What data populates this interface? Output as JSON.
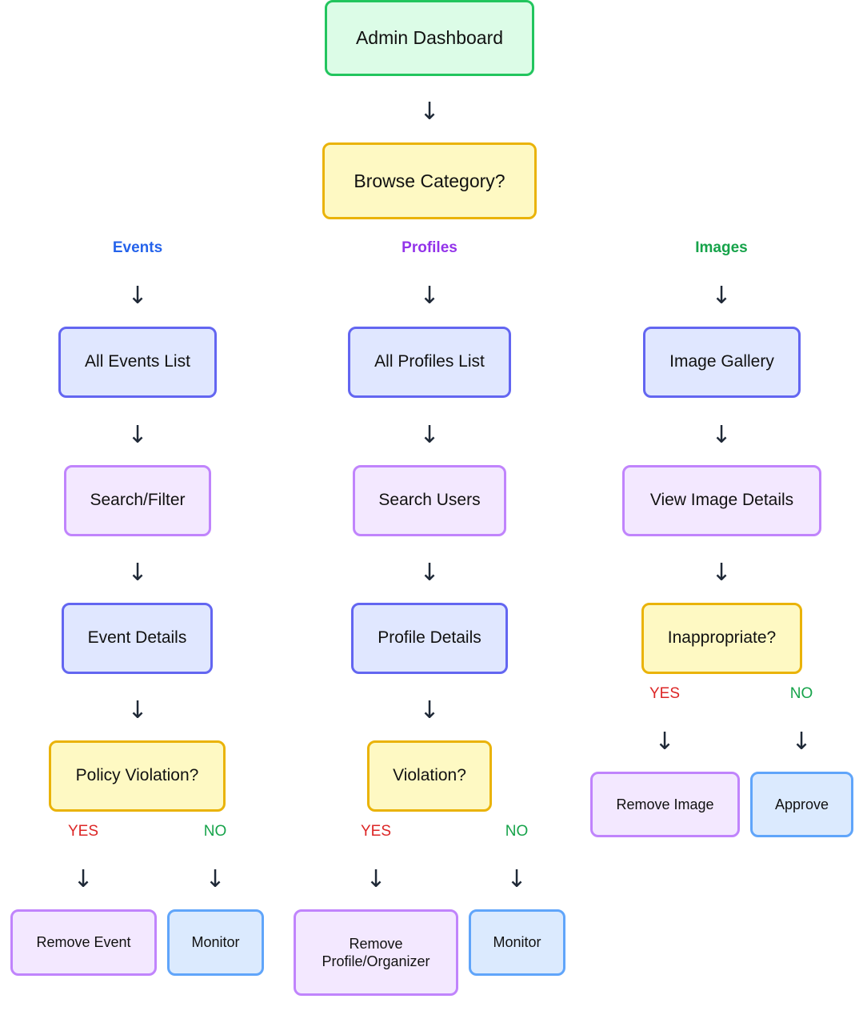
{
  "start": "Admin Dashboard",
  "category_decision": "Browse Category?",
  "branches": {
    "events": "Events",
    "profiles": "Profiles",
    "images": "Images"
  },
  "events": {
    "list": "All Events List",
    "search": "Search/Filter",
    "details": "Event Details",
    "decision": "Policy Violation?",
    "yes": "YES",
    "no": "NO",
    "yes_action": "Remove Event",
    "no_action": "Monitor"
  },
  "profiles": {
    "list": "All Profiles List",
    "search": "Search Users",
    "details": "Profile Details",
    "decision": "Violation?",
    "yes": "YES",
    "no": "NO",
    "yes_action": "Remove Profile/Organizer",
    "no_action": "Monitor"
  },
  "images": {
    "list": "Image Gallery",
    "details": "View Image Details",
    "decision": "Inappropriate?",
    "yes": "YES",
    "no": "NO",
    "yes_action": "Remove Image",
    "no_action": "Approve"
  },
  "arrow_glyph": "↓",
  "colors": {
    "start_fill": "#dcfce7",
    "start_border": "#22c55e",
    "decision_fill": "#fef9c3",
    "decision_border": "#eab308",
    "process_fill": "#e0e7ff",
    "process_border": "#6366f1",
    "action_fill": "#f3e8ff",
    "action_border": "#c084fc",
    "outcome_fill": "#dbeafe",
    "outcome_border": "#60a5fa",
    "events_label": "#2563eb",
    "profiles_label": "#9333ea",
    "images_label": "#16a34a",
    "yes_label": "#dc2626",
    "no_label": "#16a34a"
  }
}
